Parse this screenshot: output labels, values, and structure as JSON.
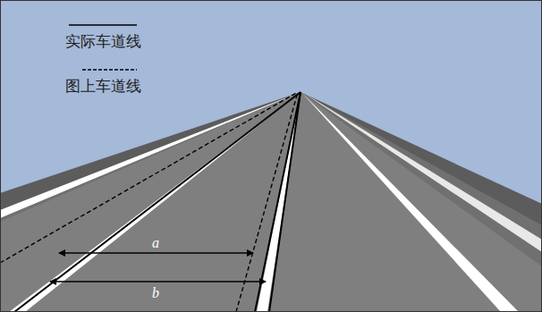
{
  "diagram": {
    "labels": [
      "a",
      "b"
    ],
    "legend": [
      {
        "text": "实际车道线"
      },
      {
        "text": "图上车道线"
      }
    ]
  }
}
